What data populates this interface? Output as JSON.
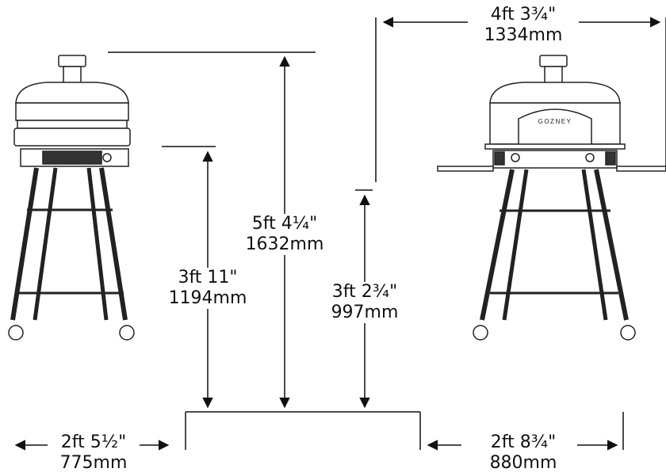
{
  "dimensions": {
    "total_height": {
      "imperial": "5ft 4¼\"",
      "metric": "1632mm"
    },
    "stand_height_left": {
      "imperial": "3ft 11\"",
      "metric": "1194mm"
    },
    "stand_height_right": {
      "imperial": "3ft 2¾\"",
      "metric": "997mm"
    },
    "width_with_shelves": {
      "imperial": "4ft 3¾\"",
      "metric": "1334mm"
    },
    "base_width_left": {
      "imperial": "2ft 5½\"",
      "metric": "775mm"
    },
    "base_depth_right": {
      "imperial": "2ft 8¾\"",
      "metric": "880mm"
    }
  },
  "brand_logo": "GOZNEY",
  "colors": {
    "line": "#111111",
    "metal": "#3a3a3a"
  }
}
